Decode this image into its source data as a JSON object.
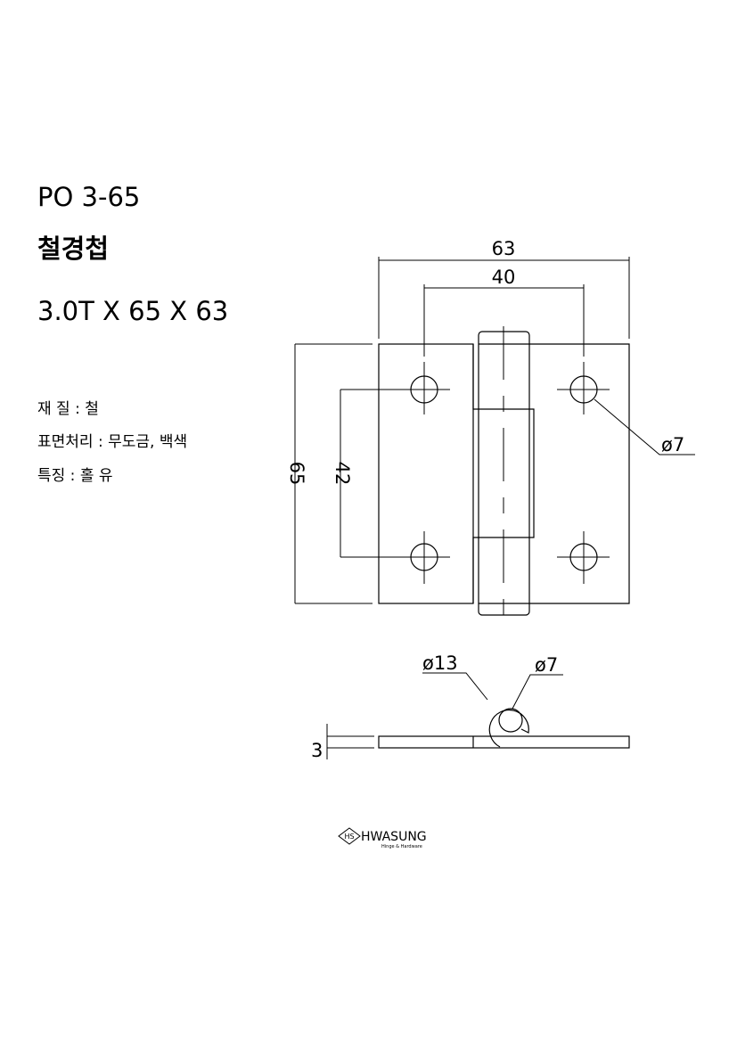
{
  "header": {
    "model": "PO 3-65",
    "product_name": "철경첩",
    "dimensions": "3.0T X 65 X 63"
  },
  "specs": [
    {
      "text": "재 질 : 철"
    },
    {
      "text": "표면처리 : 무도금, 백색"
    },
    {
      "text": "특징 : 홀 유"
    }
  ],
  "drawing": {
    "width_overall": "63",
    "hole_spacing_horizontal": "40",
    "height_overall": "65",
    "hole_spacing_vertical": "42",
    "hole_diameter": "ø7",
    "knuckle_outer_diameter": "ø13",
    "pin_diameter": "ø7",
    "thickness": "3"
  },
  "logo": {
    "mark": "HS",
    "name": "HWASUNG",
    "tagline": "Hinge & Hardware"
  }
}
